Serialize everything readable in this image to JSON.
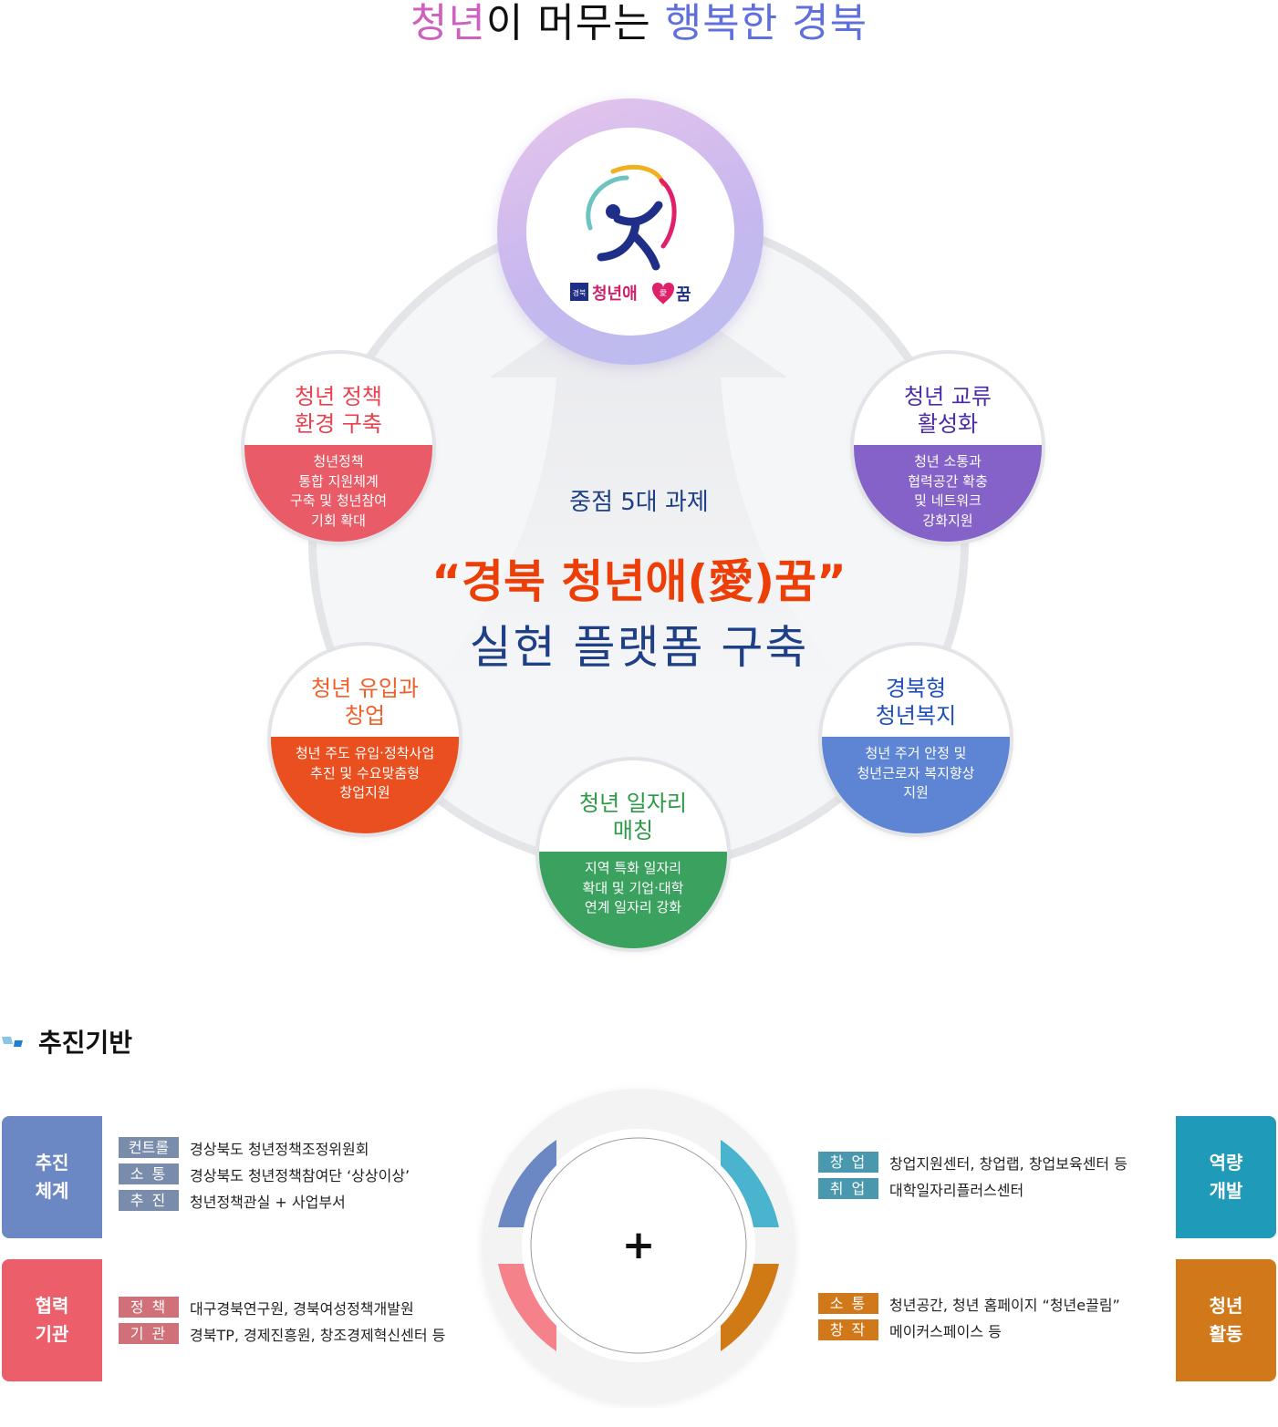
{
  "title": {
    "part1": "청년",
    "part2": "이 머무는 ",
    "part3": "행복한 경북",
    "colors": {
      "pink": "#d060c0",
      "black": "#111111",
      "blue": "#5f6fdc"
    }
  },
  "hub": {
    "logo_label": "청년애",
    "logo_badge": "경북",
    "logo_heart": "愛",
    "logo_end": "꿈"
  },
  "center": {
    "subtitle": "중점 5대 과제",
    "headline": "“경북 청년애(愛)꿈”",
    "headline2": "실현 플랫폼 구축"
  },
  "nodes": [
    {
      "id": "policy",
      "title_line1": "청년 정책",
      "title_line2": "환경 구축",
      "body": [
        "청년정책",
        "통합 지원체계",
        "구축 및 청년참여",
        "기회 확대"
      ],
      "title_color": "#e8414f",
      "fill": "#e85b67"
    },
    {
      "id": "exchange",
      "title_line1": "청년 교류",
      "title_line2": "활성화",
      "body": [
        "청년 소통과",
        "협력공간 확충",
        "및 네트워크",
        "강화지원"
      ],
      "title_color": "#4a2aa8",
      "fill": "#8462c8"
    },
    {
      "id": "startup",
      "title_line1": "청년 유입과",
      "title_line2": "창업",
      "body": [
        "청년 주도 유입·정착사업",
        "추진 및 수요맞춤형",
        "창업지원"
      ],
      "title_color": "#f0602a",
      "fill": "#ea4f1f"
    },
    {
      "id": "welfare",
      "title_line1": "경북형",
      "title_line2": "청년복지",
      "body": [
        "청년 주거 안정 및",
        "청년근로자 복지향상",
        "지원"
      ],
      "title_color": "#1f4fb8",
      "fill": "#5e85d4"
    },
    {
      "id": "jobs",
      "title_line1": "청년 일자리",
      "title_line2": "매칭",
      "body": [
        "지역 특화 일자리",
        "확대 및 기업·대학",
        "연계 일자리 강화"
      ],
      "title_color": "#2a9a44",
      "fill": "#3aa25e"
    }
  ],
  "foundation": {
    "heading": "추진기반",
    "center_symbol": "+",
    "groups": [
      {
        "id": "system",
        "label": "추진\n체계",
        "color": "#6b88c4",
        "tag_color": "#7a8cac",
        "rows": [
          {
            "tag": "컨트롤",
            "text": "경상북도 청년정책조정위원회"
          },
          {
            "tag": "소 통",
            "text": "경상북도 청년정책참여단 ‘상상이상’"
          },
          {
            "tag": "추 진",
            "text": "청년정책관실 + 사업부서"
          }
        ]
      },
      {
        "id": "partners",
        "label": "협력\n기관",
        "color": "#ec5e6a",
        "tag_color": "#d07078",
        "rows": [
          {
            "tag": "정 책",
            "text": "대구경북연구원, 경북여성정책개발원"
          },
          {
            "tag": "기 관",
            "text": "경북TP, 경제진흥원, 창조경제혁신센터 등"
          }
        ]
      },
      {
        "id": "capacity",
        "label": "역량\n개발",
        "color": "#1f9ab8",
        "tag_color": "#4a98ae",
        "rows": [
          {
            "tag": "창 업",
            "text": "창업지원센터, 창업랩, 창업보육센터 등"
          },
          {
            "tag": "취 업",
            "text": "대학일자리플러스센터"
          }
        ]
      },
      {
        "id": "activity",
        "label": "청년\n활동",
        "color": "#d0781a",
        "tag_color": "#d0781a",
        "rows": [
          {
            "tag": "소 통",
            "text": "청년공간, 청년 홈페이지 “청년e끌림”"
          },
          {
            "tag": "창 작",
            "text": "메이커스페이스 등"
          }
        ]
      }
    ],
    "arc_colors": {
      "top_left": "#6b88c4",
      "top_right": "#4ab4ce",
      "bottom_left": "#f5828a",
      "bottom_right": "#d07a16"
    }
  }
}
